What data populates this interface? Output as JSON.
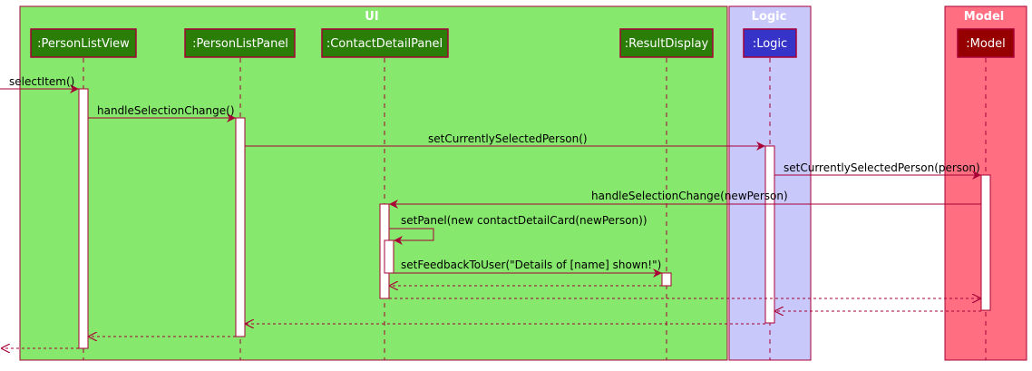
{
  "boxes": [
    {
      "id": "ui",
      "title": "UI",
      "color": "#86E86C"
    },
    {
      "id": "logic",
      "title": "Logic",
      "color": "#C8C8FA"
    },
    {
      "id": "model",
      "title": "Model",
      "color": "#FF6E81"
    }
  ],
  "participants": [
    {
      "id": "plv",
      "label": ":PersonListView",
      "fill": "#2A7E08"
    },
    {
      "id": "plp",
      "label": ":PersonListPanel",
      "fill": "#2A7E08"
    },
    {
      "id": "cdp",
      "label": ":ContactDetailPanel",
      "fill": "#2A7E08"
    },
    {
      "id": "rd",
      "label": ":ResultDisplay",
      "fill": "#2A7E08"
    },
    {
      "id": "logic",
      "label": ":Logic",
      "fill": "#3634C8"
    },
    {
      "id": "model",
      "label": ":Model",
      "fill": "#960000"
    }
  ],
  "messages": [
    {
      "label": "selectItem()",
      "from": "external",
      "to": "plv",
      "type": "sync"
    },
    {
      "label": "handleSelectionChange()",
      "from": "plv",
      "to": "plp",
      "type": "sync"
    },
    {
      "label": "setCurrentlySelectedPerson()",
      "from": "plp",
      "to": "logic",
      "type": "sync"
    },
    {
      "label": "setCurrentlySelectedPerson(person)",
      "from": "logic",
      "to": "model",
      "type": "sync"
    },
    {
      "label": "handleSelectionChange(newPerson)",
      "from": "model",
      "to": "cdp",
      "type": "sync"
    },
    {
      "label": "setPanel(new contactDetailCard(newPerson))",
      "from": "cdp",
      "to": "cdp",
      "type": "self"
    },
    {
      "label": "setFeedbackToUser(\"Details of [name] shown!\")",
      "from": "cdp",
      "to": "rd",
      "type": "sync"
    },
    {
      "label": "",
      "from": "rd",
      "to": "cdp",
      "type": "return"
    },
    {
      "label": "",
      "from": "cdp",
      "to": "model",
      "type": "return"
    },
    {
      "label": "",
      "from": "model",
      "to": "logic",
      "type": "return"
    },
    {
      "label": "",
      "from": "logic",
      "to": "plp",
      "type": "return"
    },
    {
      "label": "",
      "from": "plp",
      "to": "plv",
      "type": "return"
    },
    {
      "label": "",
      "from": "plv",
      "to": "external",
      "type": "return"
    }
  ],
  "colors": {
    "arrow": "#A80036",
    "activation_fill": "#FFFFFF",
    "participant_border": "#A80036"
  }
}
